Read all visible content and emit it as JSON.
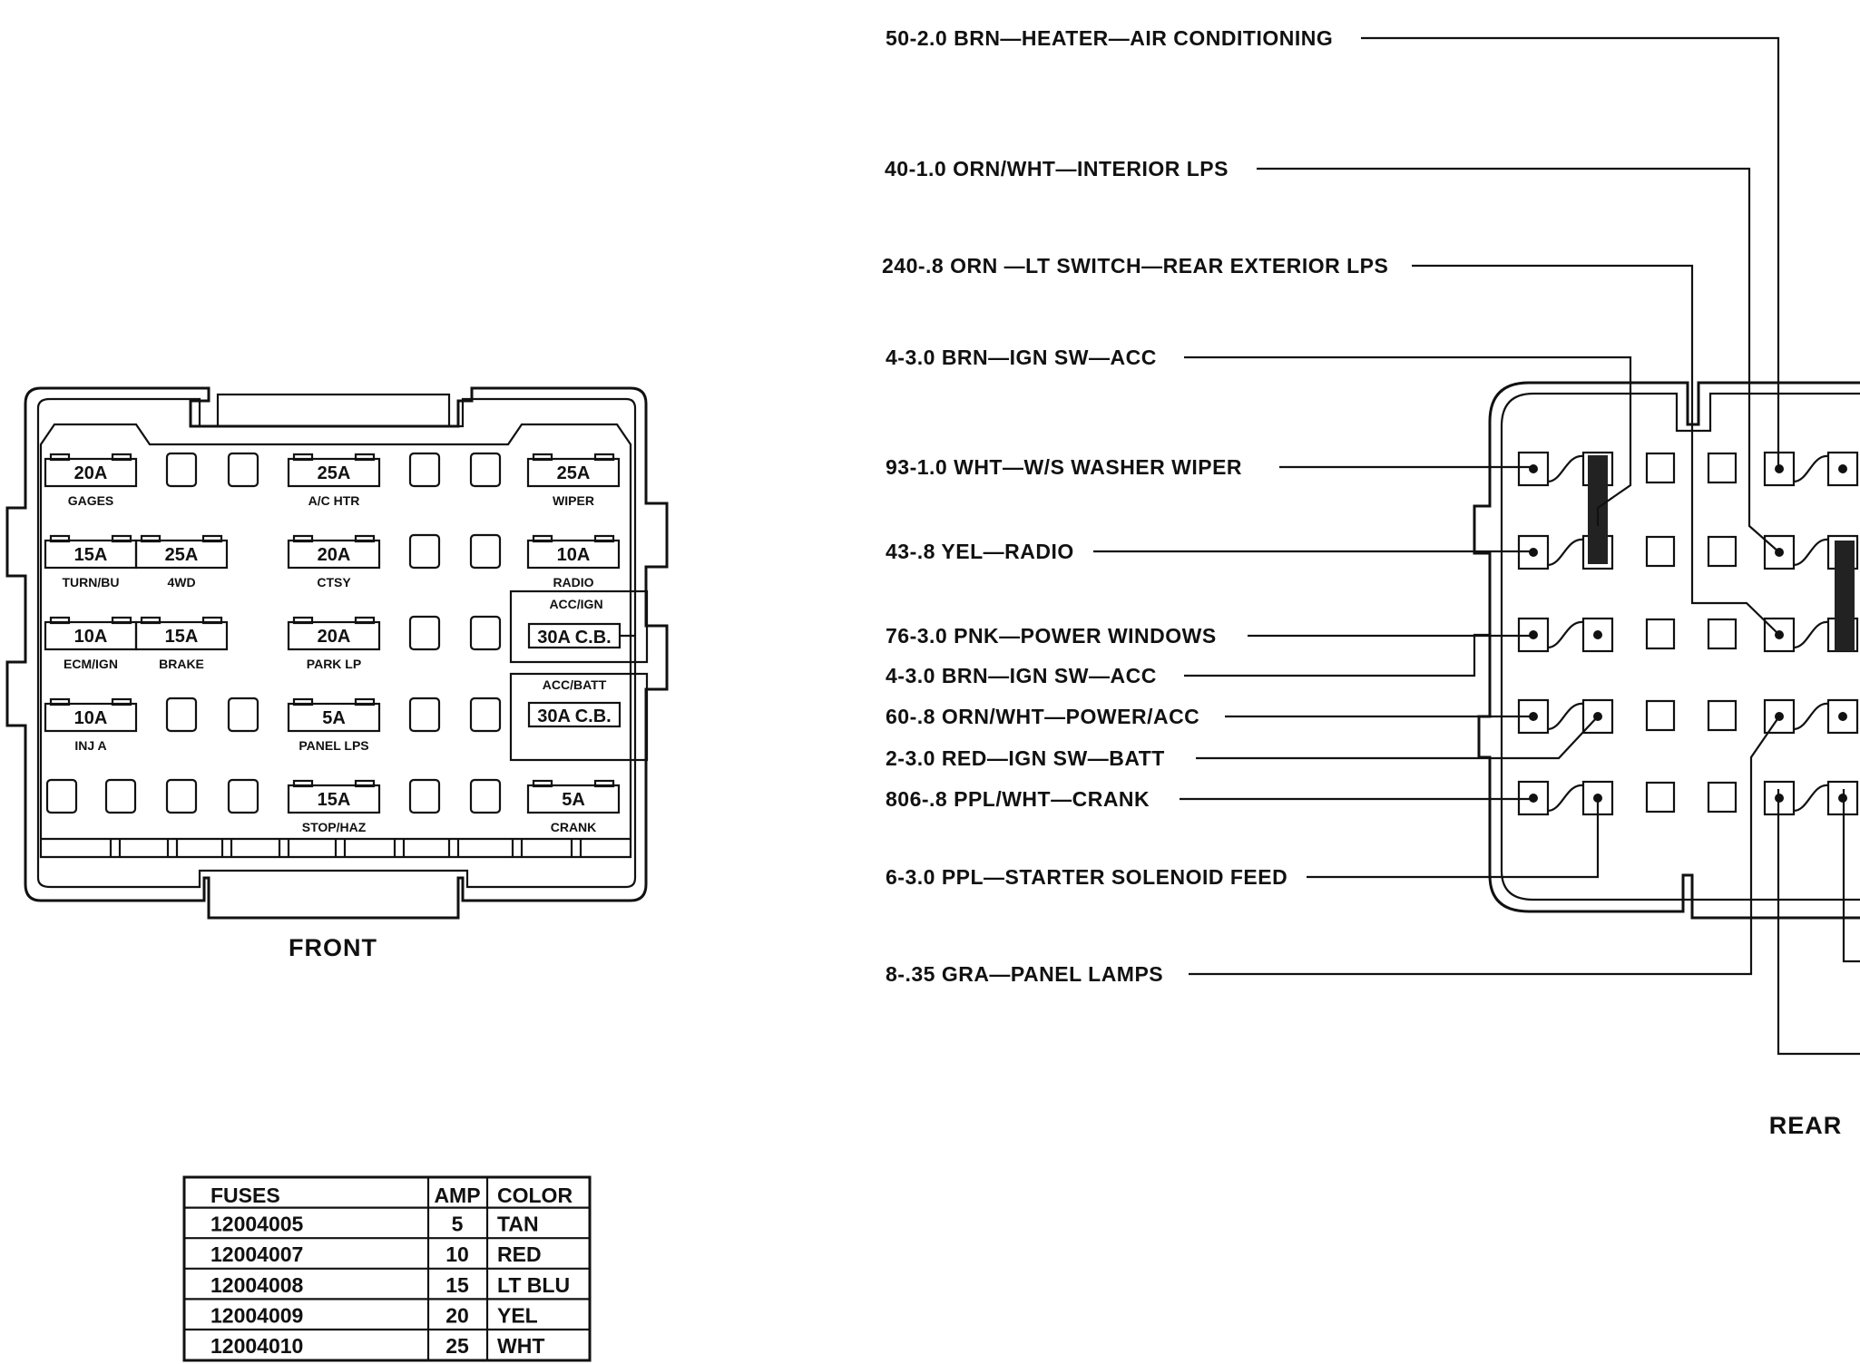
{
  "front_box": {
    "title": "FRONT",
    "fuses": [
      {
        "amp": "20A",
        "name": "GAGES"
      },
      {
        "amp": "25A",
        "name": "A/C HTR"
      },
      {
        "amp": "25A",
        "name": "WIPER"
      },
      {
        "amp": "15A",
        "name": "TURN/BU"
      },
      {
        "amp": "25A",
        "name": "4WD"
      },
      {
        "amp": "20A",
        "name": "CTSY"
      },
      {
        "amp": "10A",
        "name": "RADIO"
      },
      {
        "amp": "10A",
        "name": "ECM/IGN"
      },
      {
        "amp": "15A",
        "name": "BRAKE"
      },
      {
        "amp": "20A",
        "name": "PARK LP"
      },
      {
        "amp": "10A",
        "name": "INJ A"
      },
      {
        "amp": "5A",
        "name": "PANEL LPS"
      },
      {
        "amp": "15A",
        "name": "STOP/HAZ"
      },
      {
        "amp": "5A",
        "name": "CRANK"
      }
    ],
    "breakers": [
      {
        "label": "ACC/IGN",
        "rating": "30A C.B."
      },
      {
        "label": "ACC/BATT",
        "rating": "30A C.B."
      }
    ]
  },
  "rear_box": {
    "title": "REAR",
    "circuits": [
      "50-2.0 BRN—HEATER—AIR CONDITIONING",
      "40-1.0 ORN/WHT—INTERIOR LPS",
      "240-.8 ORN —LT SWITCH—REAR EXTERIOR LPS",
      "4-3.0 BRN—IGN SW—ACC",
      "93-1.0 WHT—W/S WASHER WIPER",
      "43-.8 YEL—RADIO",
      "76-3.0 PNK—POWER WINDOWS",
      "4-3.0 BRN—IGN SW—ACC",
      "60-.8 ORN/WHT—POWER/ACC",
      "2-3.0 RED—IGN SW—BATT",
      "806-.8 PPL/WHT—CRANK",
      "6-3.0 PPL—STARTER SOLENOID FEED",
      "8-.35 GRA—PANEL LAMPS"
    ]
  },
  "fuse_table": {
    "headers": [
      "FUSES",
      "AMP",
      "COLOR"
    ],
    "rows": [
      [
        "12004005",
        "5",
        "TAN"
      ],
      [
        "12004007",
        "10",
        "RED"
      ],
      [
        "12004008",
        "15",
        "LT BLU"
      ],
      [
        "12004009",
        "20",
        "YEL"
      ],
      [
        "12004010",
        "25",
        "WHT"
      ]
    ]
  }
}
